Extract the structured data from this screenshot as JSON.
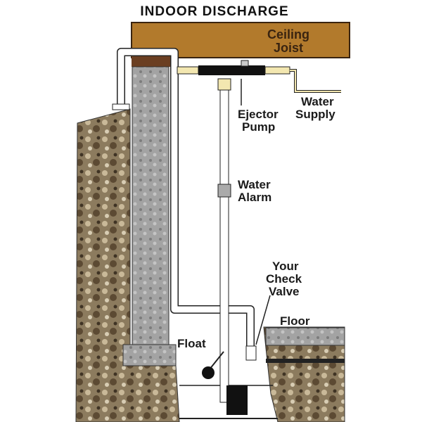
{
  "title": "INDOOR DISCHARGE",
  "labels": {
    "ceiling_joist": [
      "Ceiling",
      "Joist"
    ],
    "ejector_pump": [
      "Ejector",
      "Pump"
    ],
    "water_supply": [
      "Water",
      "Supply"
    ],
    "water_alarm": [
      "Water",
      "Alarm"
    ],
    "check_valve": [
      "Your",
      "Check",
      "Valve"
    ],
    "floor": "Floor",
    "float": "Float"
  },
  "colors": {
    "joist": "#b27a2c",
    "concrete": "#9a9a9a",
    "soil": "#8a7a60",
    "pipe": "#ffffff",
    "pump": "#111111",
    "fitting": "#f3e7b0"
  }
}
